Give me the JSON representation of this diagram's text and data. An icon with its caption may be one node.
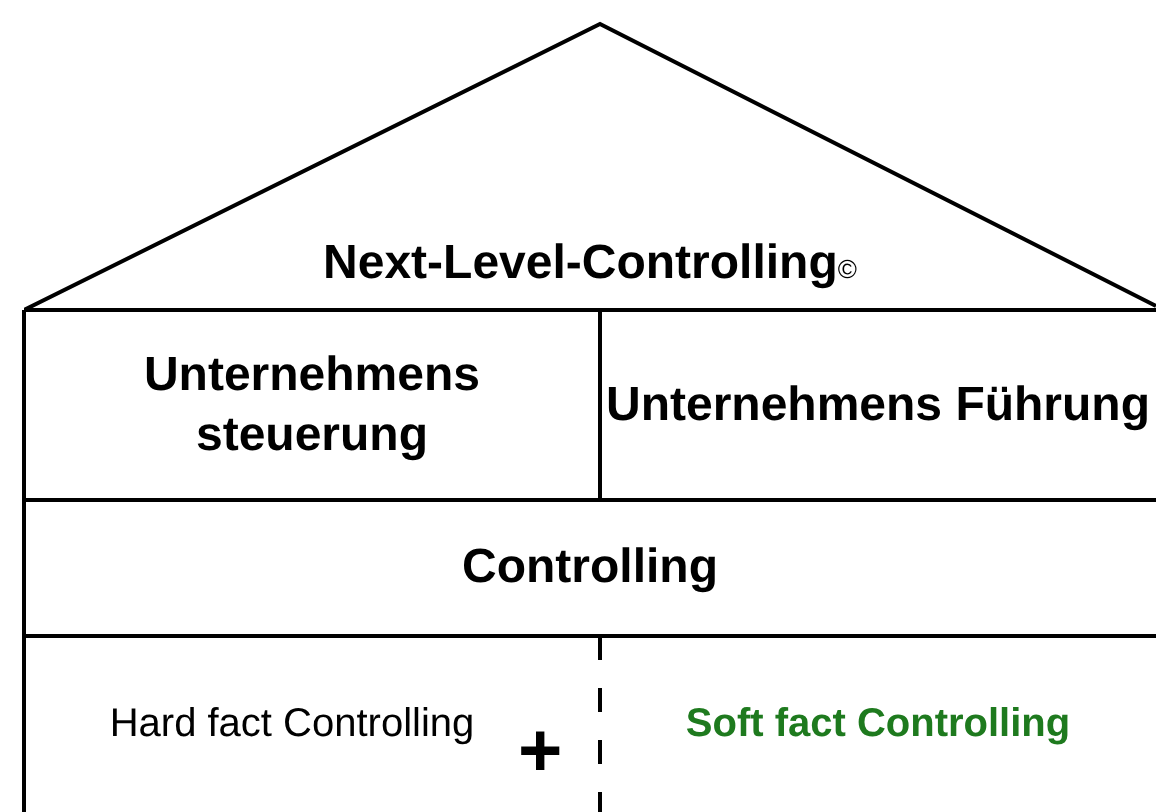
{
  "diagram": {
    "nodes": [
      {
        "text": [
          "Next-Level-Controlling$_{©}$"
        ]
      },
      {
        "text": [
          "Unternehmens steuerung"
        ]
      },
      {
        "text": [
          "Unternehmens Führung"
        ]
      },
      {
        "text": [
          "Controlling"
        ]
      },
      {
        "text": [
          "Hard fact Controlling"
        ]
      },
      {
        "text": [
          "Soft fact Controlling"
        ]
      }
    ],
    "labels": [
      "+"
    ]
  }
}
